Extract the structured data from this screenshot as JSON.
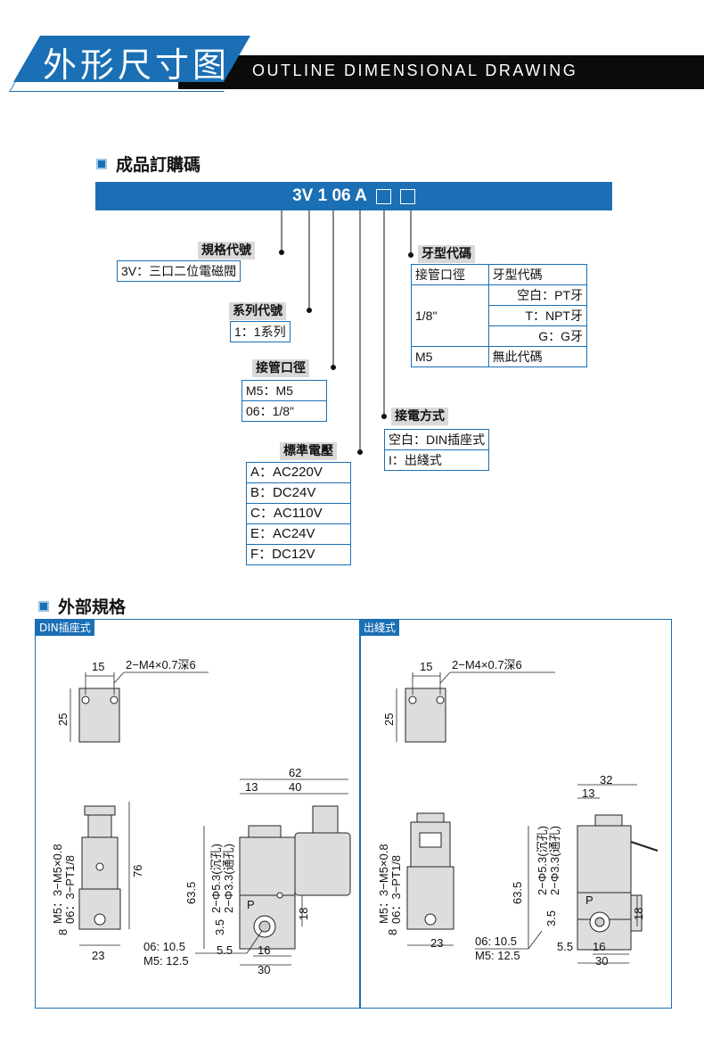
{
  "header": {
    "title_cn": "外形尺寸图",
    "title_en": "OUTLINE DIMENSIONAL DRAWING"
  },
  "ordering": {
    "section_title": "成品訂購碼",
    "code_prefix": "3V 1 06 A",
    "groups": {
      "spec": {
        "label": "規格代號",
        "rows": [
          "3V：三口二位電磁閥"
        ]
      },
      "series": {
        "label": "系列代號",
        "rows": [
          "1：1系列"
        ]
      },
      "port": {
        "label": "接管口徑",
        "rows": [
          "M5：M5",
          "06：1/8\""
        ]
      },
      "voltage": {
        "label": "標準電壓",
        "rows": [
          "A：AC220V",
          "B：DC24V",
          "C：AC110V",
          "E：AC24V",
          "F：DC12V"
        ]
      },
      "connect": {
        "label": "接電方式",
        "rows": [
          "空白：DIN插座式",
          "I：出綫式"
        ]
      },
      "thread": {
        "label": "牙型代碼",
        "h1": "接管口徑",
        "h2": "牙型代碼",
        "size1": "1/8\"",
        "r1": "空白：PT牙",
        "r2": "T：NPT牙",
        "r3": "G：G牙",
        "size2": "M5",
        "r4": "無此代碼"
      }
    }
  },
  "specs": {
    "section_title": "外部規格",
    "left": {
      "tag": "DIN插座式",
      "d_15": "15",
      "d_m4": "2−M4×0.7深6",
      "d_25": "25",
      "d_port": "M5：3−M5×0.8",
      "d_port2": "06：3−PT1/8",
      "d_76": "76",
      "d_8": "8",
      "d_23": "23",
      "d_62": "62",
      "d_13": "13",
      "d_40": "40",
      "d_63": "63.5",
      "d_h1": "2−Φ5.3(沉孔)",
      "d_h2": "2−Φ3.3(通孔)",
      "d_35": "3.5",
      "d_18": "18",
      "d_P": "P",
      "d_105": "06: 10.5",
      "d_125": "M5: 12.5",
      "d_55": "5.5",
      "d_16": "16",
      "d_30": "30"
    },
    "right": {
      "tag": "出綫式",
      "d_15": "15",
      "d_m4": "2−M4×0.7深6",
      "d_25": "25",
      "d_port": "M5：3−M5×0.8",
      "d_port2": "06：3−PT1/8",
      "d_8": "8",
      "d_23": "23",
      "d_32": "32",
      "d_13": "13",
      "d_63": "63.5",
      "d_h1": "2−Φ5.3(沉孔)",
      "d_h2": "2−Φ3.3(通孔)",
      "d_35": "3.5",
      "d_18": "18",
      "d_P": "P",
      "d_105": "06: 10.5",
      "d_125": "M5: 12.5",
      "d_55": "5.5",
      "d_16": "16",
      "d_30": "30"
    }
  }
}
